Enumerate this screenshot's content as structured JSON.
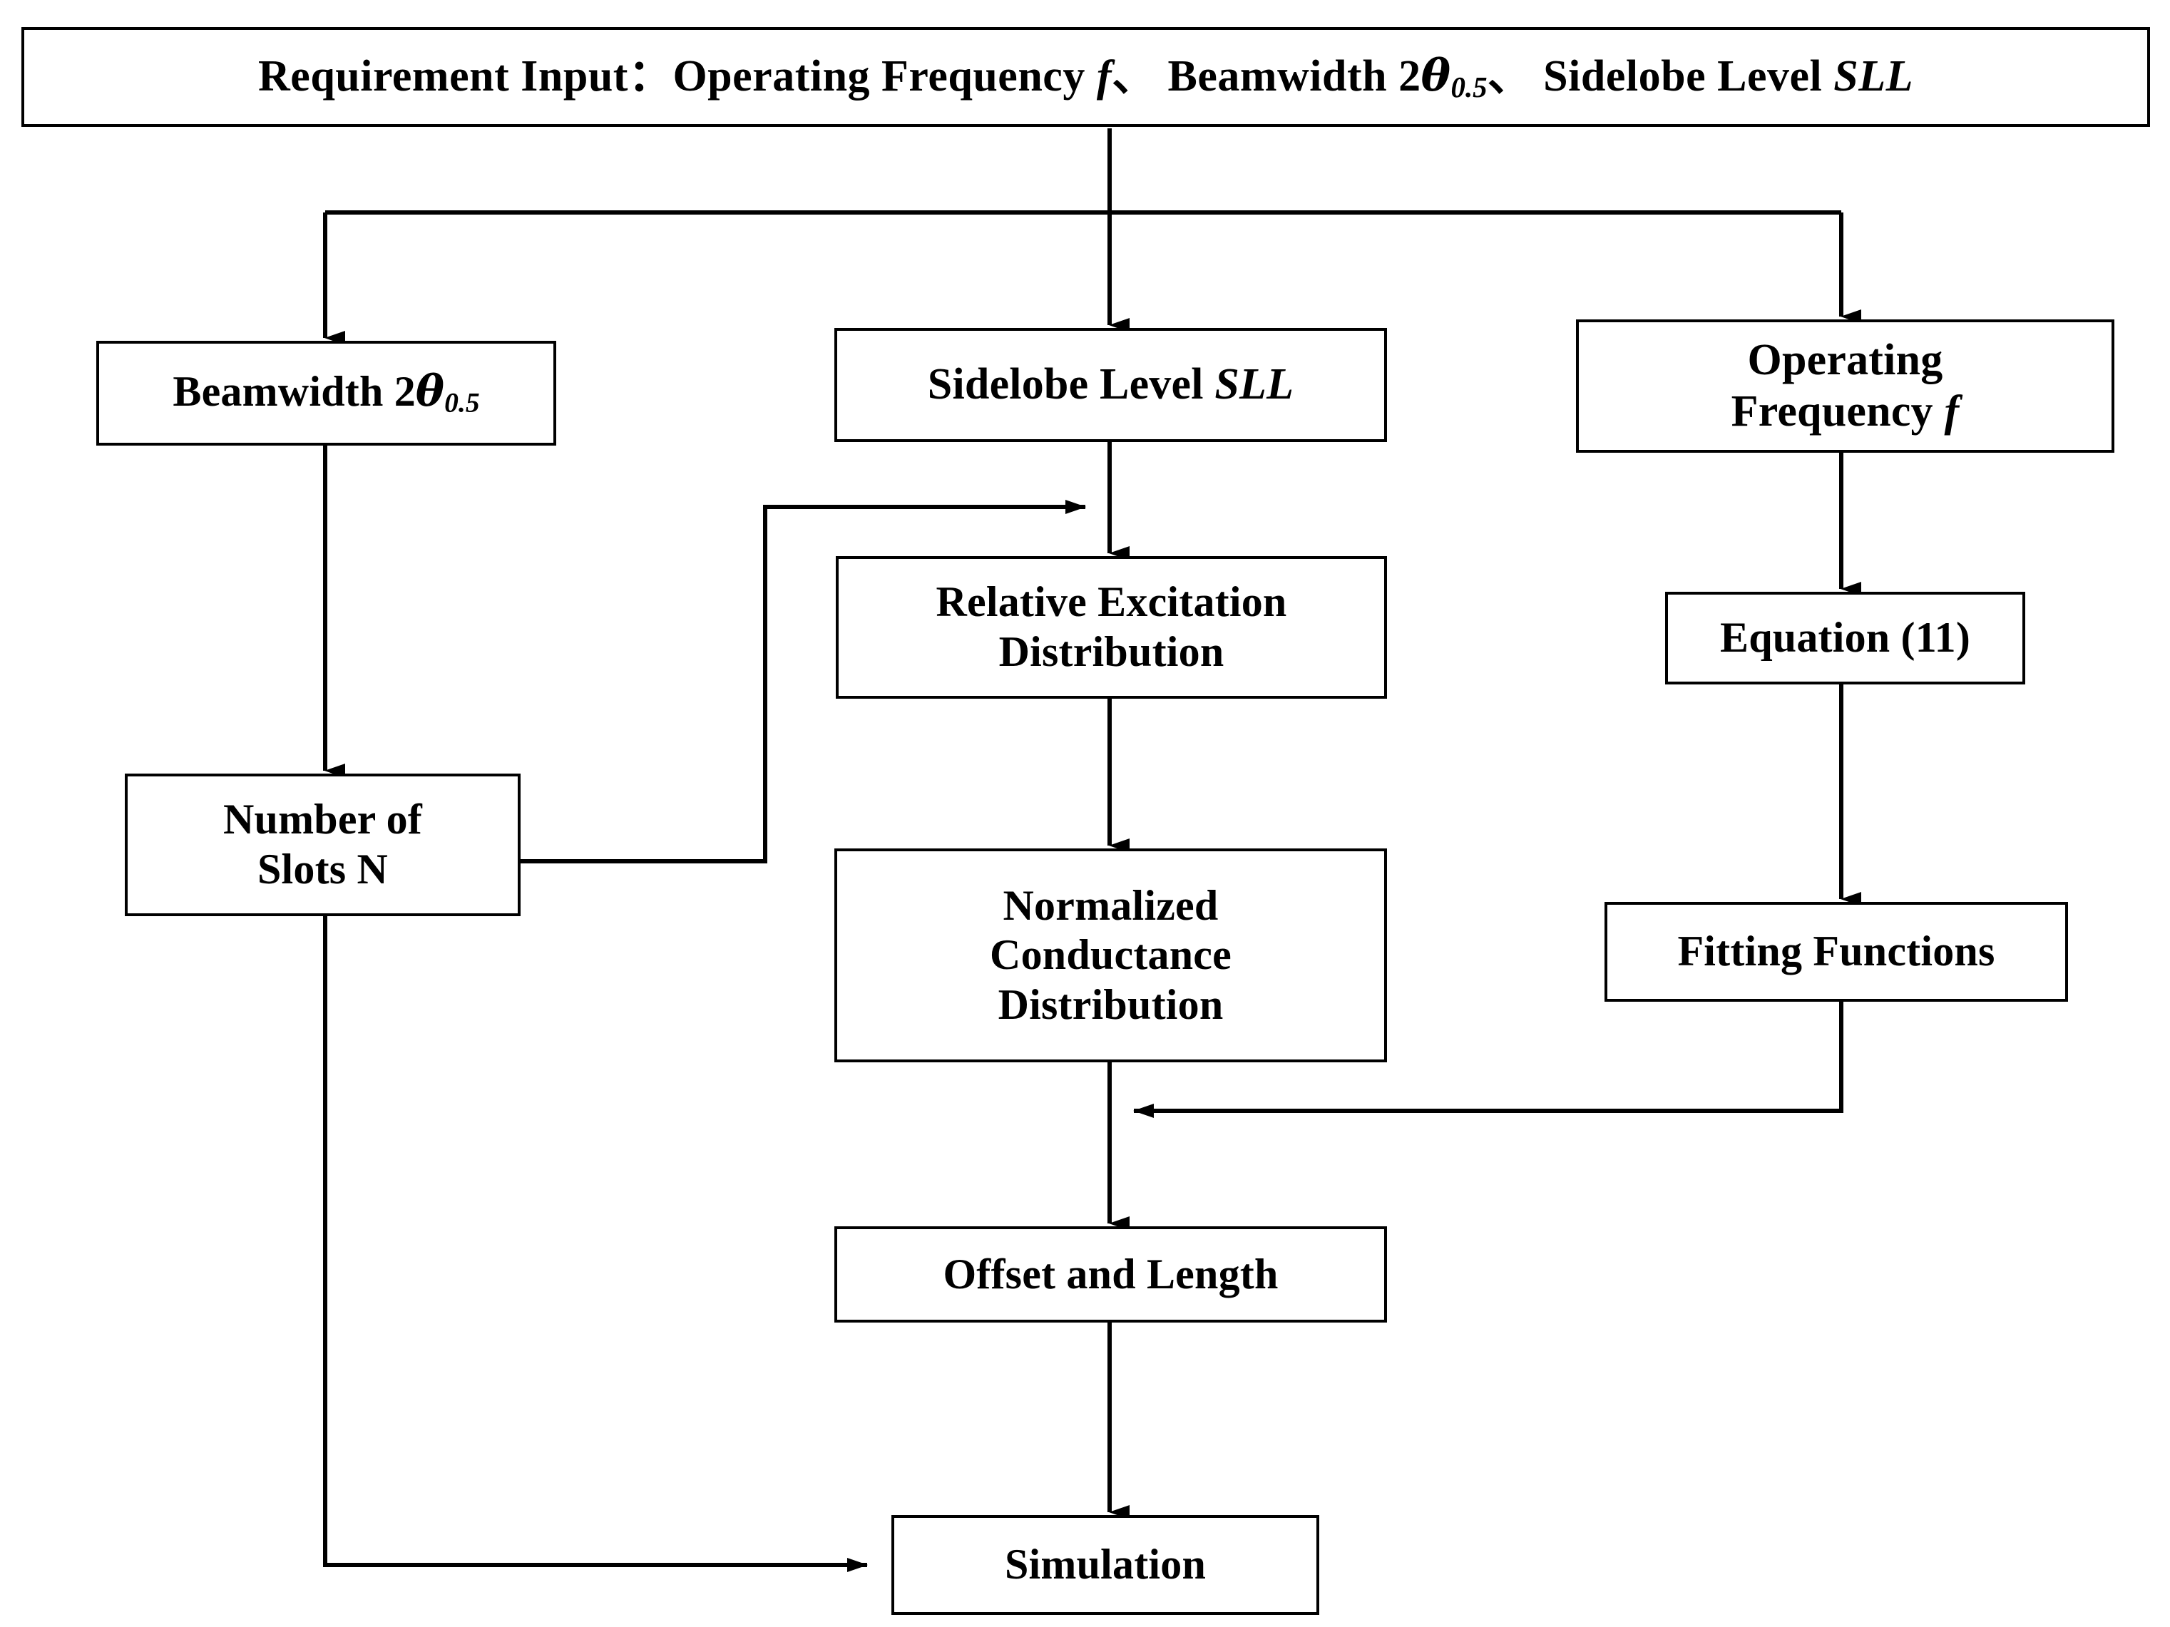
{
  "diagram": {
    "title_box": {
      "prefix": "Requirement Input：",
      "item1": "Operating Frequency ",
      "item1_sym": "f",
      "sep1": "、",
      "item2": "Beamwidth 2",
      "item2_sym": "θ",
      "item2_sub": "0.5",
      "sep2": "、",
      "item3": "Sidelobe Level ",
      "item3_sym": "SLL"
    },
    "nodes": {
      "beamwidth": {
        "text": "Beamwidth 2",
        "sym": "θ",
        "sub": "0.5"
      },
      "sidelobe": {
        "text": "Sidelobe Level ",
        "sym": "SLL"
      },
      "operating_freq": {
        "line1": "Operating",
        "line2": "Frequency ",
        "sym": "f"
      },
      "relative_excitation": {
        "line1": "Relative Excitation",
        "line2": "Distribution"
      },
      "equation11": {
        "text": "Equation (11)"
      },
      "number_of_slots": {
        "line1": "Number of",
        "line2": "Slots N"
      },
      "normalized_conductance": {
        "line1": "Normalized",
        "line2": "Conductance",
        "line3": "Distribution"
      },
      "fitting_functions": {
        "text": "Fitting Functions"
      },
      "offset_and_length": {
        "text": "Offset and Length"
      },
      "simulation": {
        "text": "Simulation"
      }
    },
    "edges": [
      {
        "from": "requirement-input",
        "to": "beamwidth",
        "style": "elbow-down-left-arrow"
      },
      {
        "from": "requirement-input",
        "to": "sidelobe",
        "style": "straight-down-arrow"
      },
      {
        "from": "requirement-input",
        "to": "operating-freq",
        "style": "elbow-down-right-arrow"
      },
      {
        "from": "beamwidth",
        "to": "number-of-slots",
        "style": "straight-down-arrow"
      },
      {
        "from": "sidelobe",
        "to": "relative-excitation",
        "style": "straight-down-arrow"
      },
      {
        "from": "number-of-slots",
        "to": "sidelobe-to-relative-link",
        "style": "elbow-right-up-arrow"
      },
      {
        "from": "relative-excitation",
        "to": "normalized-conductance",
        "style": "straight-down-arrow"
      },
      {
        "from": "operating-freq",
        "to": "equation11",
        "style": "straight-down-arrow"
      },
      {
        "from": "equation11",
        "to": "fitting-functions",
        "style": "straight-down-arrow"
      },
      {
        "from": "fitting-functions",
        "to": "normalized-to-offset-link",
        "style": "elbow-down-left-arrow"
      },
      {
        "from": "normalized-conductance",
        "to": "offset-and-length",
        "style": "straight-down-arrow"
      },
      {
        "from": "offset-and-length",
        "to": "simulation",
        "style": "straight-down-arrow"
      },
      {
        "from": "number-of-slots",
        "to": "simulation",
        "style": "elbow-down-right-arrow"
      }
    ],
    "colors": {
      "line": "#000000",
      "box_border": "#000000",
      "background": "#ffffff",
      "text": "#000000"
    }
  }
}
